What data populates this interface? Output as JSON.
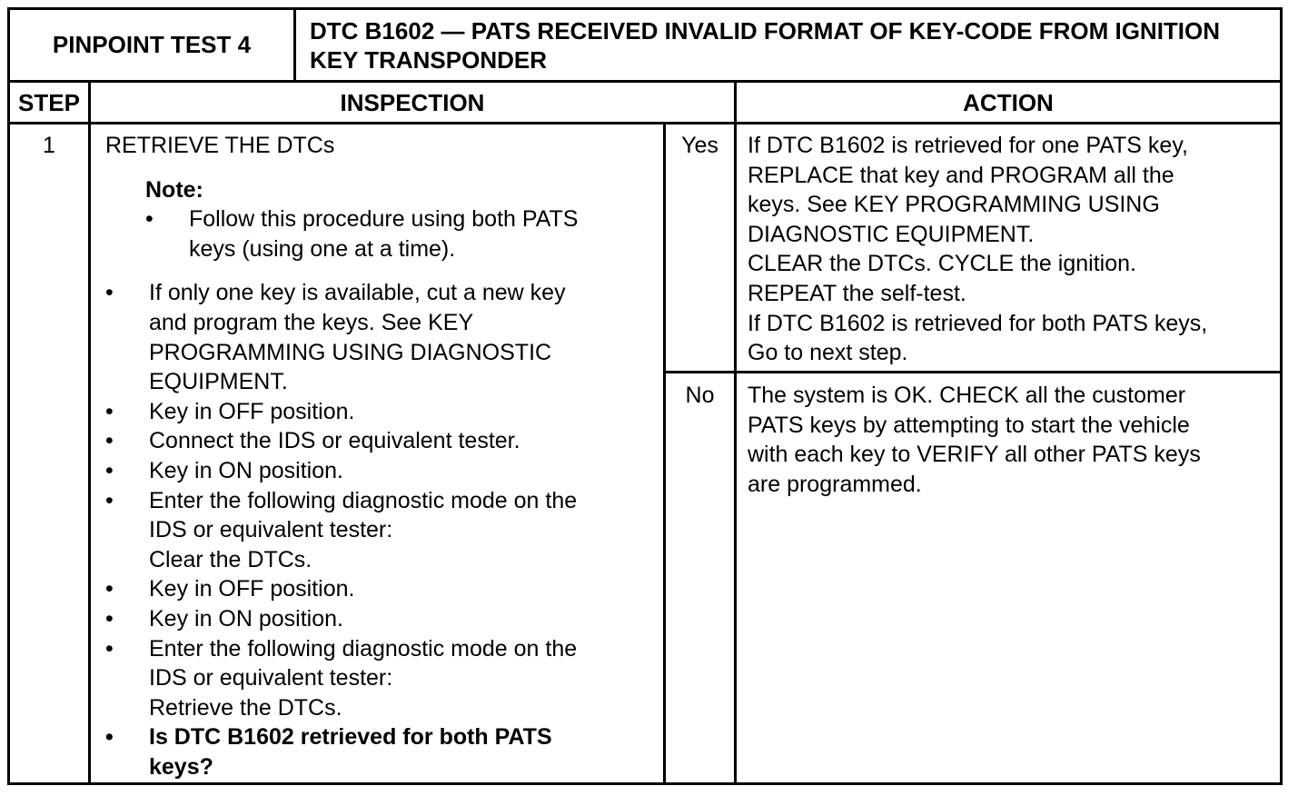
{
  "header": {
    "test_label": "PINPOINT TEST 4",
    "title_line1": "DTC B1602 — PATS RECEIVED INVALID FORMAT OF KEY-CODE FROM IGNITION",
    "title_line2": "KEY TRANSPONDER"
  },
  "columns": {
    "step": "STEP",
    "inspection": "INSPECTION",
    "action": "ACTION"
  },
  "step": {
    "number": "1",
    "heading": "RETRIEVE THE DTCs",
    "note_label": "Note:",
    "note_bullet": "•",
    "note_text_line1": "Follow this procedure using both PATS",
    "note_text_line2": "keys (using one at a time).",
    "bullet": "•",
    "items": [
      {
        "lines": [
          "If only one key is available, cut a new key",
          "and program the keys.  See KEY",
          "PROGRAMMING USING DIAGNOSTIC",
          "EQUIPMENT."
        ]
      },
      {
        "lines": [
          "Key in OFF position."
        ]
      },
      {
        "lines": [
          "Connect the IDS or equivalent tester."
        ]
      },
      {
        "lines": [
          "Key in ON position."
        ]
      },
      {
        "lines": [
          "Enter the following diagnostic mode on the",
          "IDS or equivalent tester:",
          "Clear the DTCs."
        ]
      },
      {
        "lines": [
          "Key in OFF position."
        ]
      },
      {
        "lines": [
          "Key in ON position."
        ]
      },
      {
        "lines": [
          "Enter the following diagnostic mode on the",
          "IDS or equivalent tester:",
          "Retrieve the DTCs."
        ]
      },
      {
        "lines": [
          "Is DTC B1602 retrieved for both PATS",
          "keys?"
        ],
        "bold": true
      }
    ]
  },
  "answers": {
    "yes": {
      "label": "Yes",
      "lines": [
        "If DTC B1602 is retrieved for one PATS key,",
        "REPLACE that key and PROGRAM all the",
        "keys. See KEY PROGRAMMING USING",
        "DIAGNOSTIC EQUIPMENT.",
        "CLEAR the DTCs.  CYCLE the ignition.",
        "REPEAT the self-test.",
        "If DTC B1602 is retrieved for both PATS keys,",
        "Go to next step."
      ]
    },
    "no": {
      "label": "No",
      "lines": [
        "The system is OK. CHECK all the customer",
        "PATS keys by attempting to start the vehicle",
        "with each key to VERIFY all other PATS keys",
        "are programmed."
      ]
    }
  }
}
